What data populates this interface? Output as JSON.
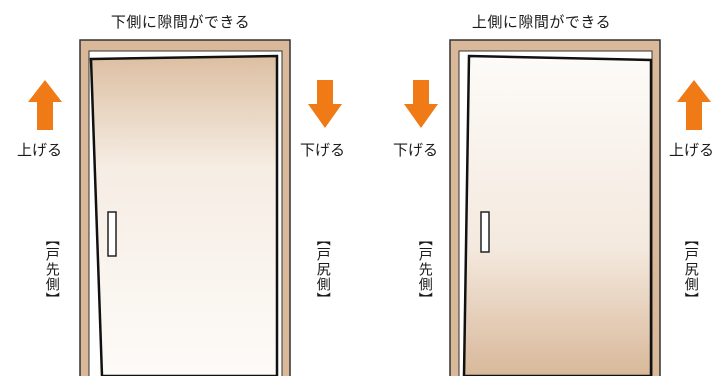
{
  "left": {
    "title": "下側に隙間ができる",
    "left_arrow": "上げる",
    "right_arrow": "下げる",
    "left_side": "【戸先側】",
    "right_side": "【戸尻側】"
  },
  "right": {
    "title": "上側に隙間ができる",
    "left_arrow": "下げる",
    "right_arrow": "上げる",
    "left_side": "【戸先側】",
    "right_side": "【戸尻側】"
  },
  "colors": {
    "frame": "#d9b999",
    "arrow": "#f07a15",
    "door_light": "#fbf8f4",
    "door_shade": "#d8b89a"
  }
}
